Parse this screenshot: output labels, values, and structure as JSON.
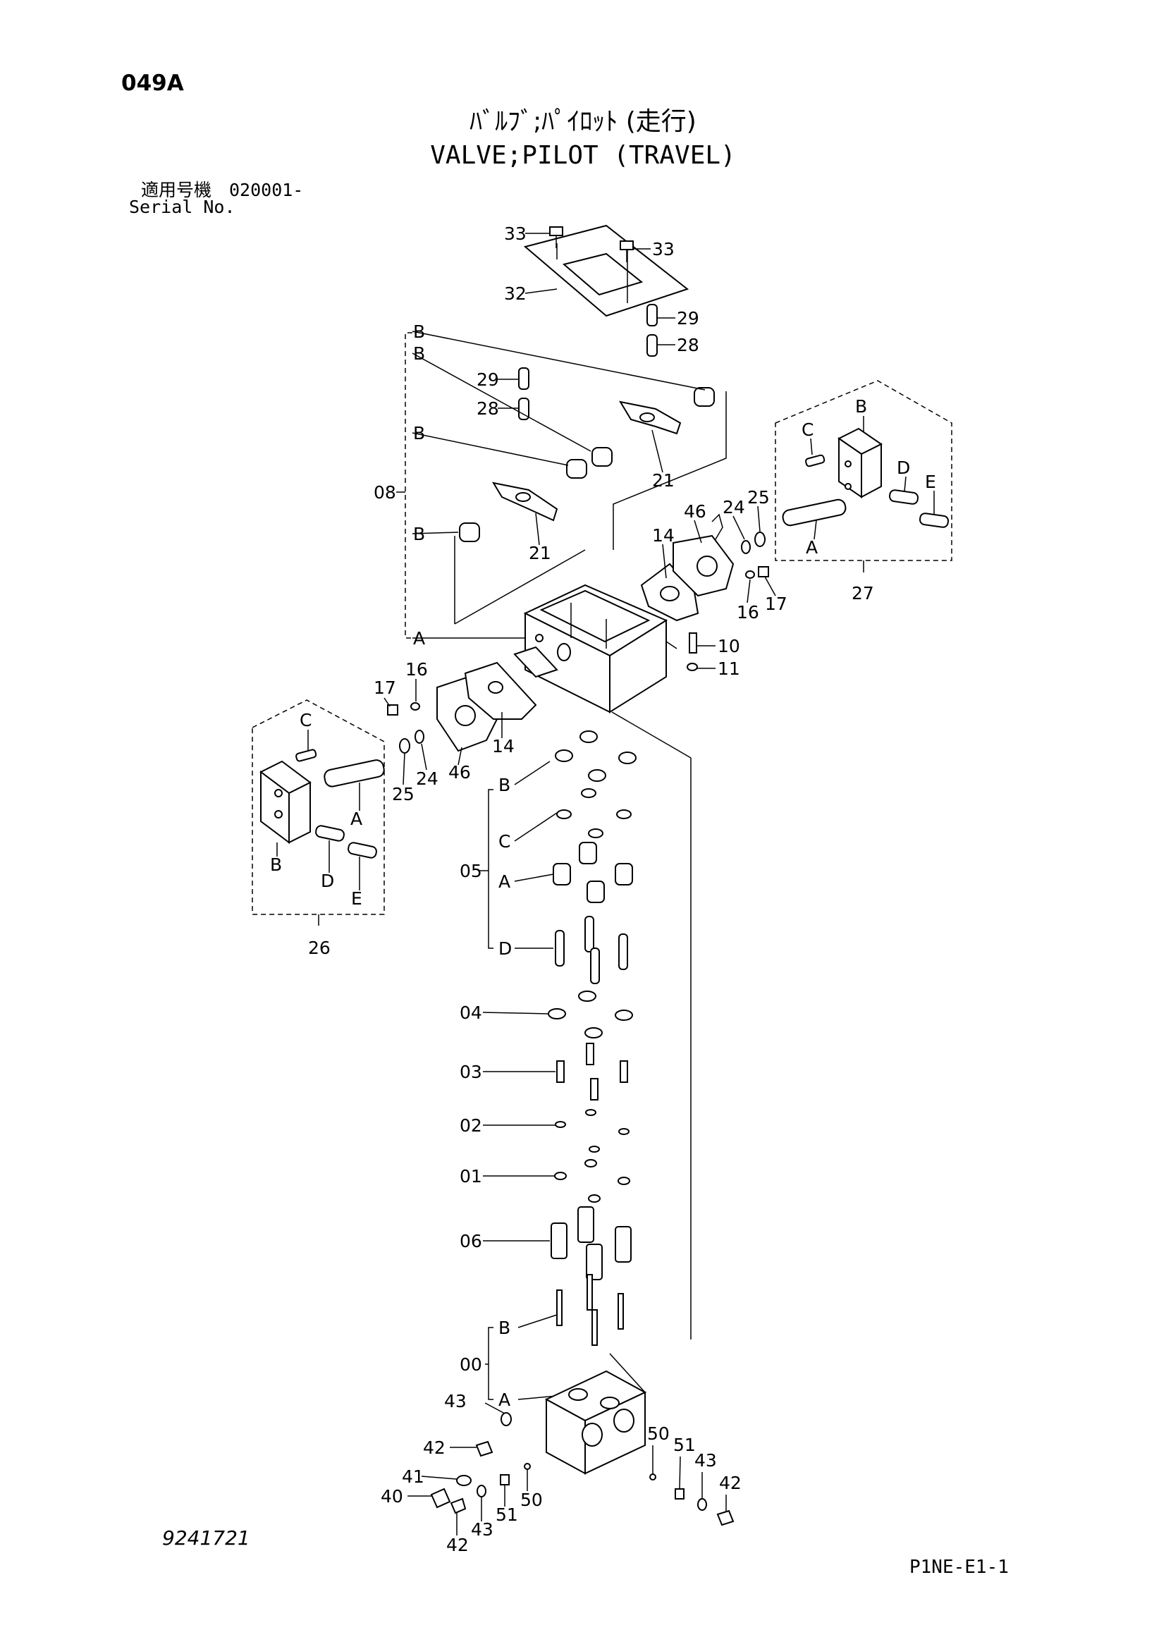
{
  "header": {
    "page_code": "049A",
    "title_jp": "ﾊﾞﾙﾌﾞ;ﾊﾟｲﾛｯﾄ (走行)",
    "title_en": "VALVE;PILOT (TRAVEL)",
    "serial_label_jp": "適用号機　020001-",
    "serial_label_en": "Serial No."
  },
  "footer": {
    "drawing_number": "9241721",
    "sheet_code": "P1NE-E1-1"
  },
  "callouts": {
    "c33a": "33",
    "c33b": "33",
    "c32": "32",
    "c29a": "29",
    "c28a": "28",
    "c29b": "29",
    "c28b": "28",
    "c21a": "21",
    "c21b": "21",
    "c08": "08",
    "cB1": "B",
    "cB2": "B",
    "cB3": "B",
    "cB4": "B",
    "cA1": "A",
    "c14a": "14",
    "c46a": "46",
    "c24a": "24",
    "c25a": "25",
    "c16a": "16",
    "c17a": "17",
    "c10": "10",
    "c11": "11",
    "kB": "B",
    "kC": "C",
    "kD": "D",
    "kE": "E",
    "kA": "A",
    "c27": "27",
    "c17b": "17",
    "c16b": "16",
    "c14b": "14",
    "c46b": "46",
    "c25b": "25",
    "c24b": "24",
    "jC": "C",
    "jA": "A",
    "jB": "B",
    "jD": "D",
    "jE": "E",
    "c26": "26",
    "c05": "05",
    "g05B": "B",
    "g05C": "C",
    "g05A": "A",
    "g05D": "D",
    "c04": "04",
    "c03": "03",
    "c02": "02",
    "c01": "01",
    "c06": "06",
    "c00": "00",
    "g00B": "B",
    "g00A": "A",
    "c43a": "43",
    "c42a": "42",
    "c41": "41",
    "c40": "40",
    "c42b": "42",
    "c43b": "43",
    "c51a": "51",
    "c50a": "50",
    "c50b": "50",
    "c51b": "51",
    "c43c": "43",
    "c42c": "42"
  }
}
